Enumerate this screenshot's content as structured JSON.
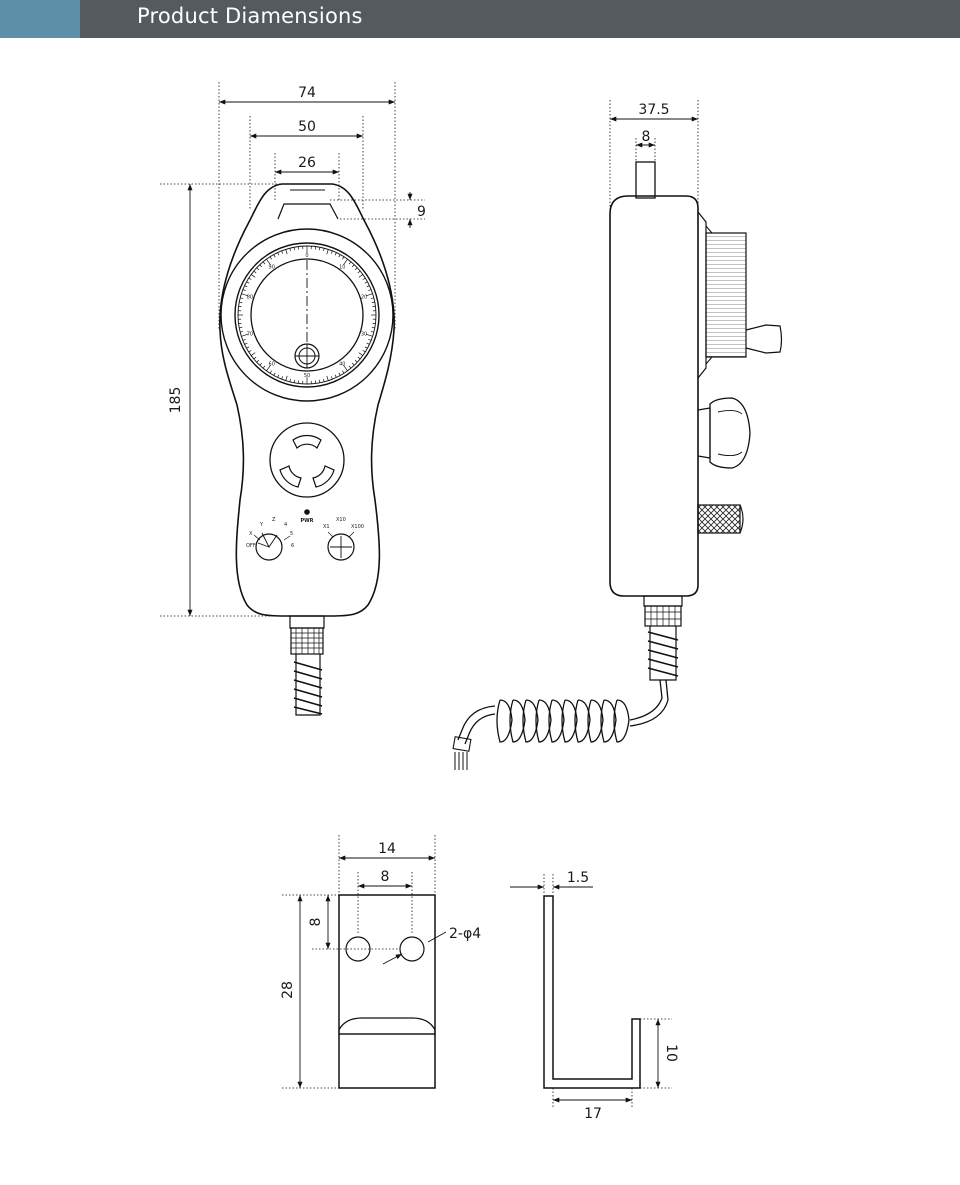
{
  "header": {
    "title": "Product Diamensions",
    "colors": {
      "bar": "#555a5f",
      "accent": "#5d8fa8",
      "text": "#ffffff"
    }
  },
  "front_view": {
    "dims": {
      "overall_width": "74",
      "mid_width": "50",
      "top_width": "26",
      "top_depth": "9",
      "height": "185"
    },
    "dial_ticks": [
      "0",
      "10",
      "20",
      "30",
      "40",
      "50",
      "60",
      "70",
      "80",
      "90"
    ],
    "pwr_label": "PWR",
    "axis_selector": [
      "OFF",
      "X",
      "Y",
      "Z",
      "4",
      "5",
      "6"
    ],
    "step_selector": [
      "X1",
      "X10",
      "X100"
    ]
  },
  "side_view": {
    "dims": {
      "depth": "37.5",
      "shaft": "8"
    }
  },
  "bracket_front": {
    "dims": {
      "width": "14",
      "hole_spacing": "8",
      "hole_offset": "8",
      "height": "28",
      "holes": "2-φ4"
    }
  },
  "bracket_side": {
    "dims": {
      "thickness": "1.5",
      "hook_height": "10",
      "hook_depth": "17"
    }
  }
}
